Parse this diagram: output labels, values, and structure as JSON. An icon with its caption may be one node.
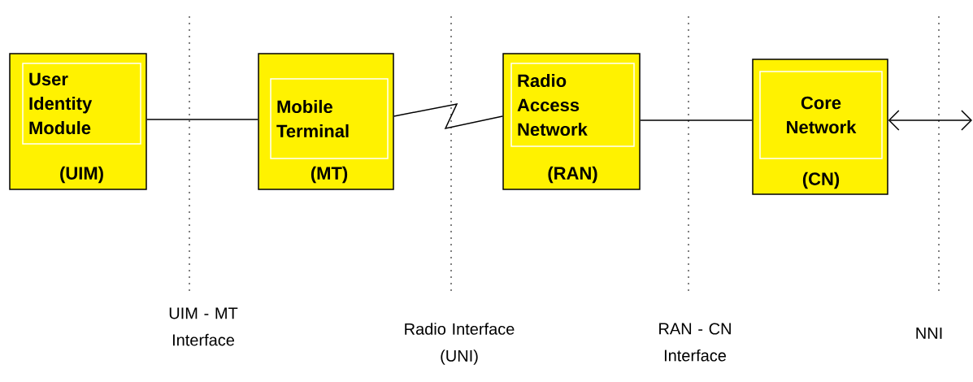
{
  "diagram": {
    "nodes": [
      {
        "text": [
          "User Identity Module",
          "(UIM)"
        ]
      },
      {
        "text": [
          "Mobile Terminal",
          "(MT)"
        ]
      },
      {
        "text": [
          "Radio Access Network",
          "(RAN)"
        ]
      },
      {
        "text": [
          "Core Network",
          "(CN)"
        ]
      }
    ],
    "edges": [
      {
        "from": 0,
        "to": 1,
        "arrow": "none"
      },
      {
        "from": 1,
        "to": 2,
        "arrow": "none"
      },
      {
        "from": 2,
        "to": 3,
        "arrow": "none"
      },
      {
        "from": 3,
        "to": null,
        "arrow": "both"
      }
    ],
    "labels": [
      "UIM - MT Interface",
      "Radio Interface (UNI)",
      "RAN - CN Interface",
      "NNI"
    ]
  }
}
